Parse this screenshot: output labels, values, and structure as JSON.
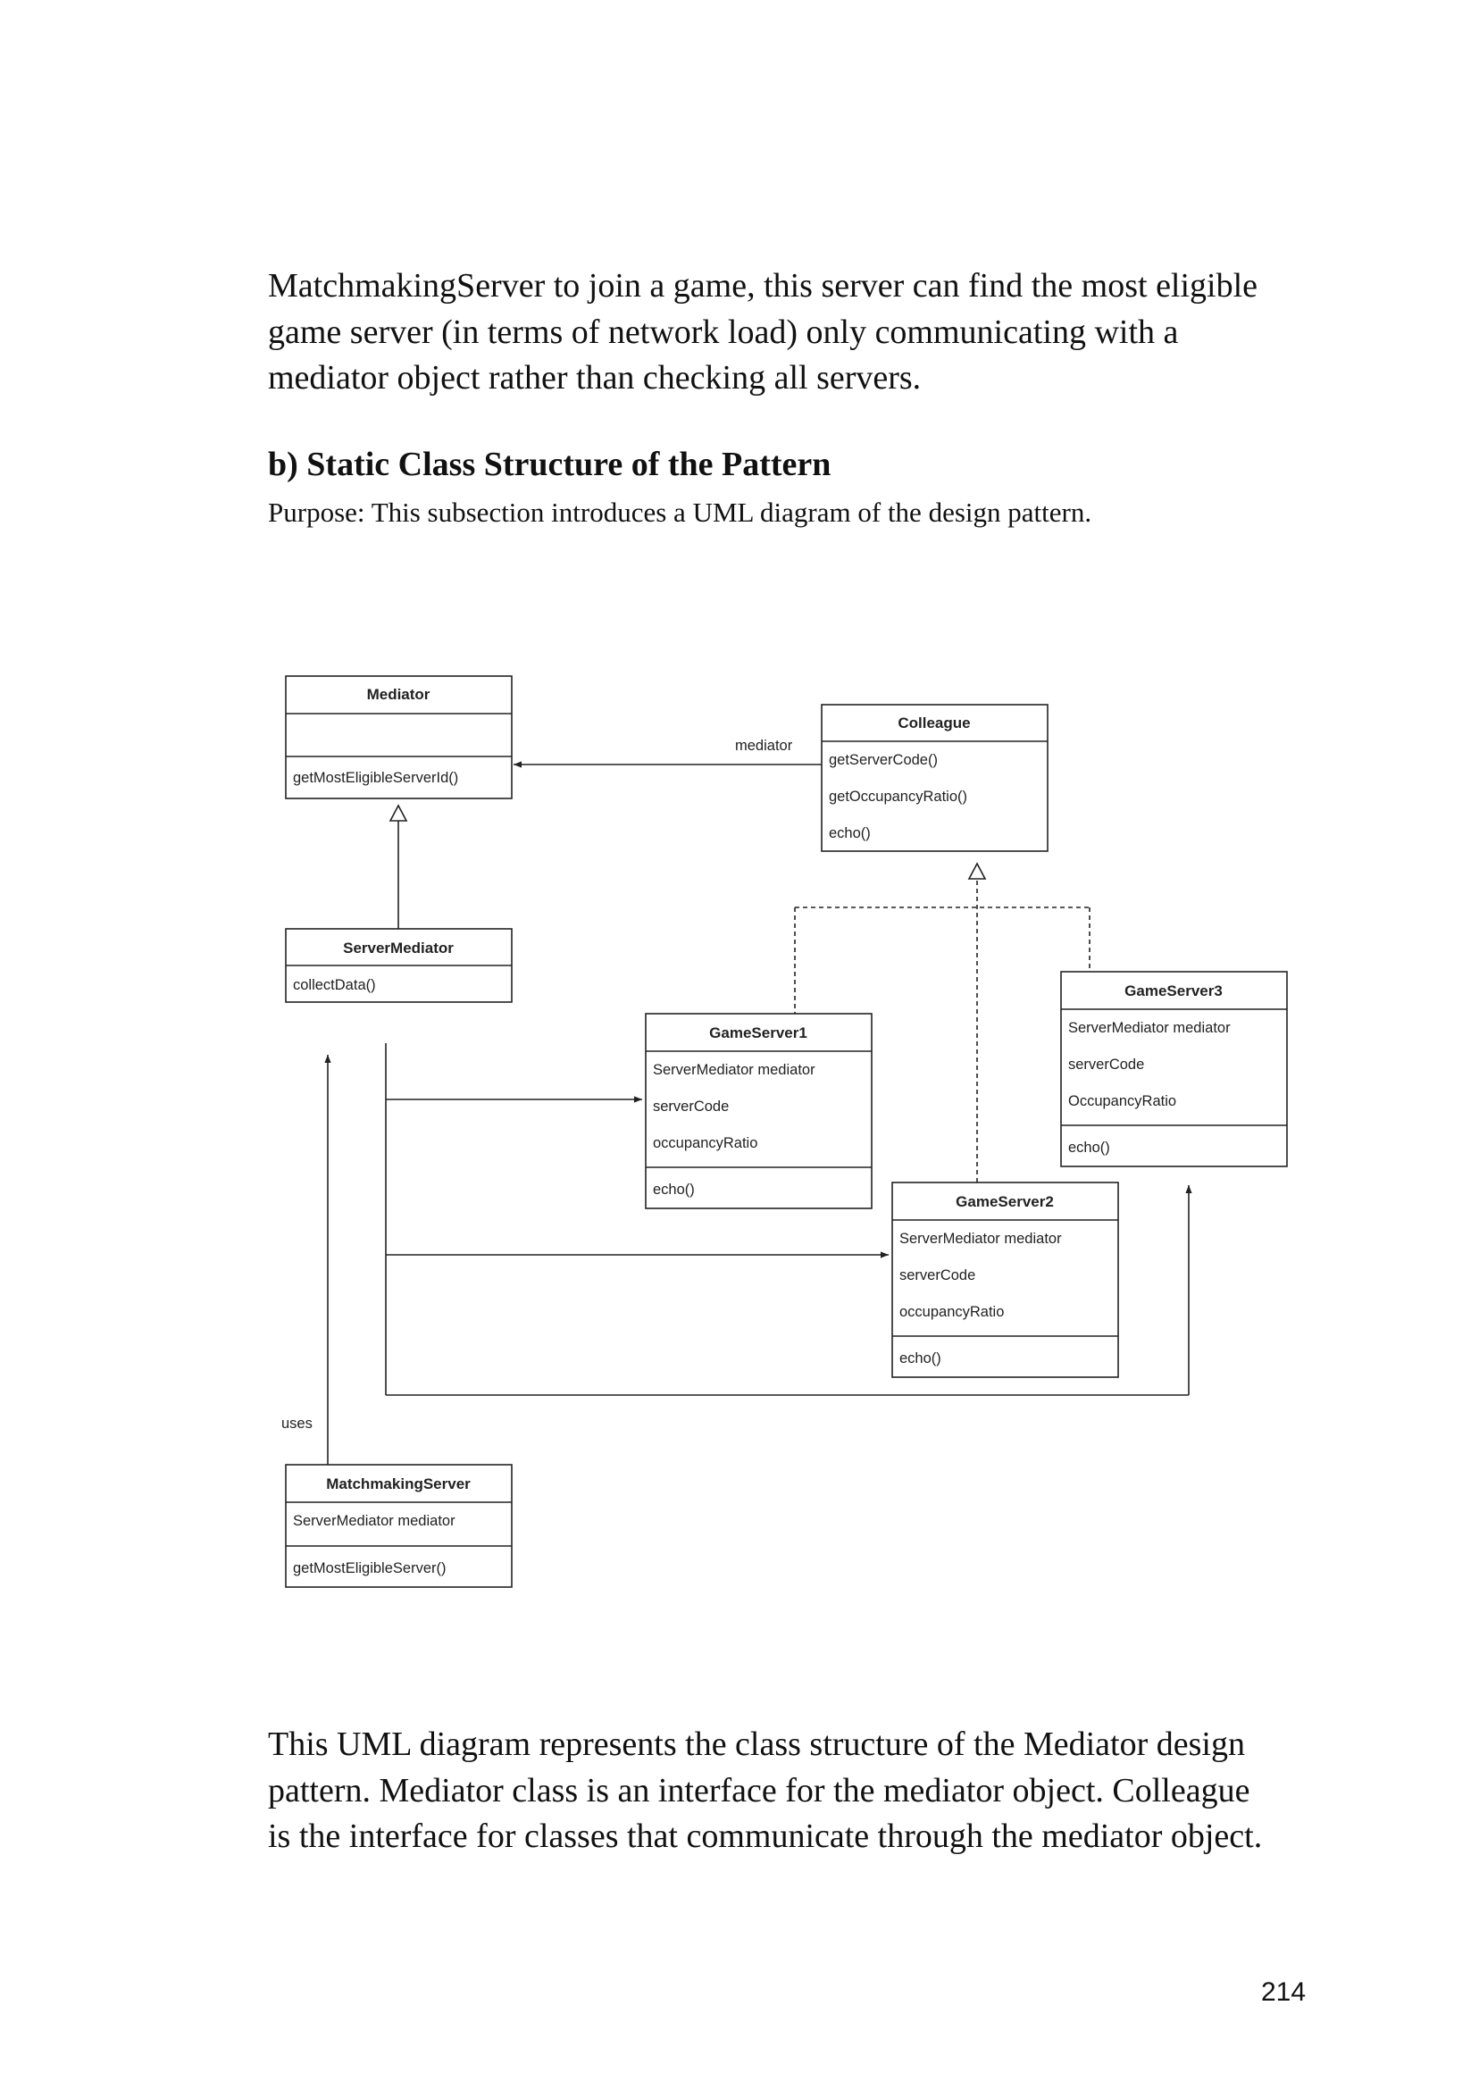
{
  "intro_paragraph": {
    "lines": [
      "MatchmakingServer to join a game, this server can find the most eligible",
      "game server (in terms of network load) only communicating with a",
      "mediator object rather than checking all servers."
    ]
  },
  "section": {
    "heading": "b) Static Class Structure of the Pattern",
    "purpose": "Purpose: This subsection introduces a UML diagram of the design pattern."
  },
  "diagram": {
    "classes": {
      "mediator": {
        "name": "Mediator",
        "methods": [
          "getMostEligibleServerId()"
        ]
      },
      "colleague": {
        "name": "Colleague",
        "methods": [
          "getServerCode()",
          "getOccupancyRatio()",
          "echo()"
        ]
      },
      "server_mediator": {
        "name": "ServerMediator",
        "methods": [
          "collectData()"
        ]
      },
      "gameserver1": {
        "name": "GameServer1",
        "attributes": [
          "ServerMediator mediator",
          "serverCode",
          "occupancyRatio"
        ],
        "methods": [
          "echo()"
        ]
      },
      "gameserver2": {
        "name": "GameServer2",
        "attributes": [
          "ServerMediator mediator",
          "serverCode",
          "occupancyRatio"
        ],
        "methods": [
          "echo()"
        ]
      },
      "gameserver3": {
        "name": "GameServer3",
        "attributes": [
          "ServerMediator mediator",
          "serverCode",
          "OccupancyRatio"
        ],
        "methods": [
          "echo()"
        ]
      },
      "matchmaking_server": {
        "name": "MatchmakingServer",
        "attributes": [
          "ServerMediator mediator"
        ],
        "methods": [
          "getMostEligibleServer()"
        ]
      }
    },
    "labels": {
      "mediator_assoc": "mediator",
      "uses": "uses"
    }
  },
  "closing_paragraph": {
    "lines": [
      "This UML diagram represents the class structure of the Mediator design",
      "pattern. Mediator class is an interface for the mediator object. Colleague",
      "is the interface for classes that communicate through the mediator object."
    ]
  },
  "page_number": "214"
}
